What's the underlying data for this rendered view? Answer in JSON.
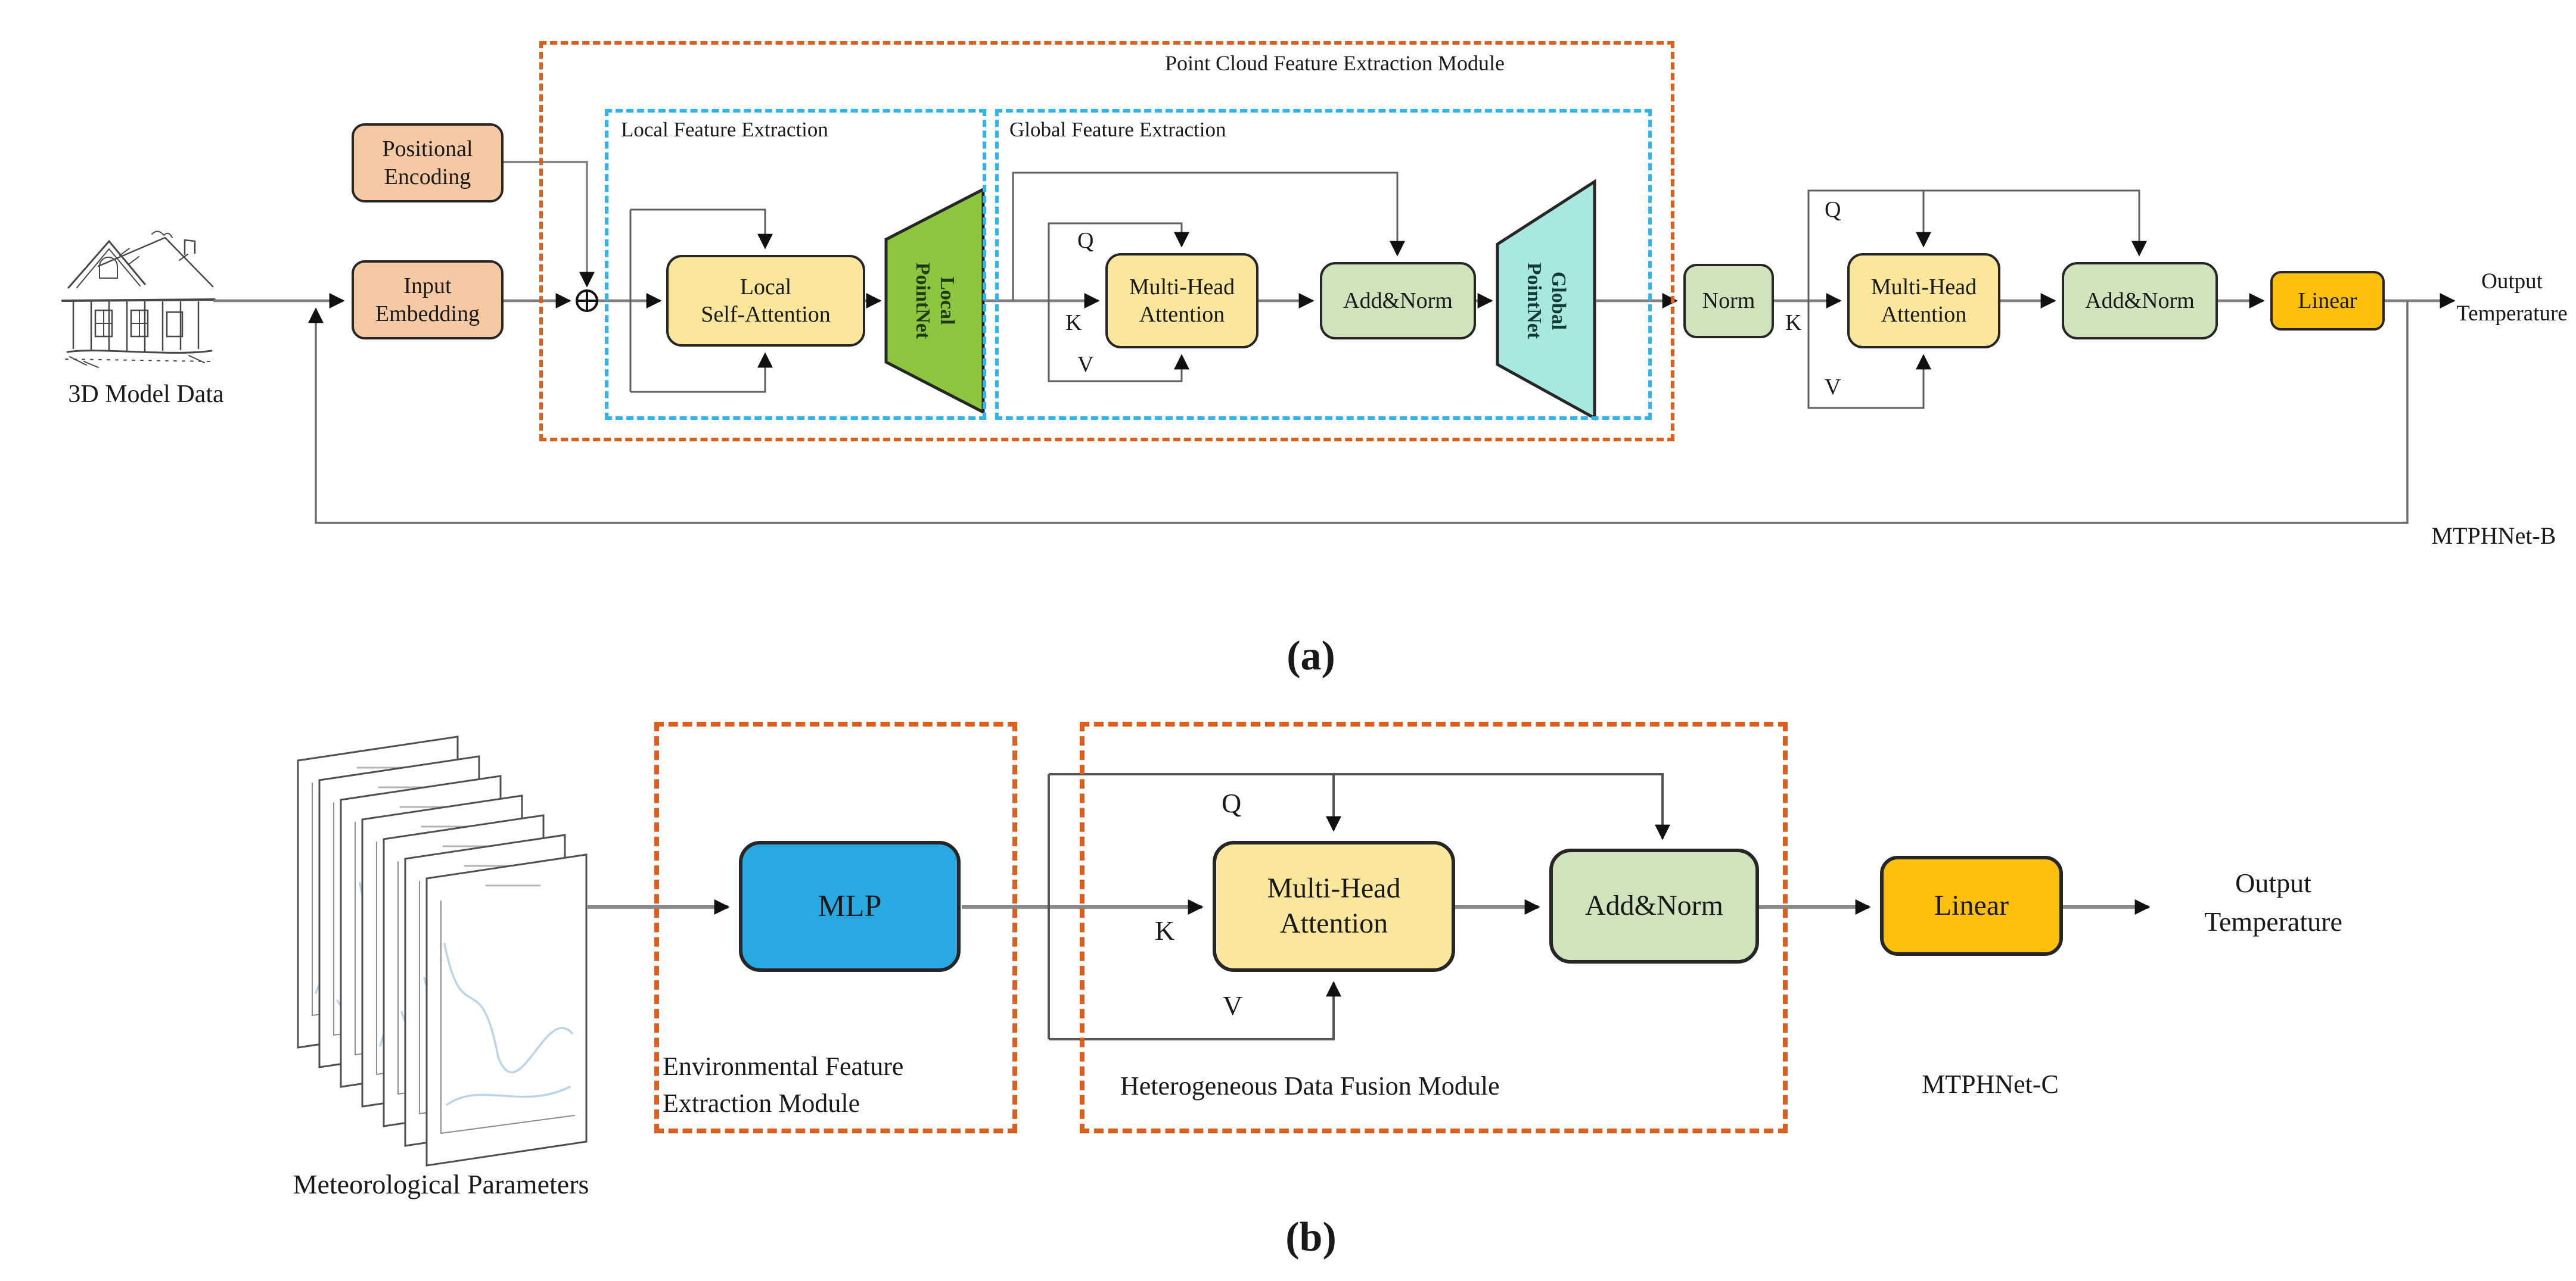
{
  "figure": {
    "captions": {
      "a": "(a)",
      "b": "(b)"
    },
    "colors": {
      "peach": "#F5C9A4",
      "yellow": "#FBE79B",
      "light_green": "#CFE4BC",
      "green_trapezoid": "#8CC63E",
      "cyan_trapezoid": "#A9E8E0",
      "amber": "#FFC00D",
      "blue_mlp": "#29A9E1",
      "orange_dash": "#DD5F1D",
      "blue_dash": "#2CB5F0",
      "wire": "#8a8a8a",
      "arrow": "#111111"
    },
    "icons": {
      "input_a": "house-sketch-icon",
      "input_b": "met-cards-icon",
      "sum": "circle-plus-icon"
    },
    "a": {
      "model": "MTPHNet-B",
      "input": "3D Model Data",
      "output": "Output\nTemperature",
      "regions": {
        "module": "Point Cloud Feature Extraction Module",
        "local": "Local Feature Extraction",
        "global": "Global Feature Extraction"
      },
      "blocks": {
        "pe": "Positional\nEncoding",
        "ie": "Input\nEmbedding",
        "lsa": "Local\nSelf-Attention",
        "lpn": "Local\nPointNet",
        "mha1": "Multi-Head\nAttention",
        "an1": "Add&Norm",
        "gpn": "Global\nPointNet",
        "norm": "Norm",
        "mha2": "Multi-Head\nAttention",
        "an2": "Add&Norm",
        "linear": "Linear"
      },
      "ports": {
        "q1": "Q",
        "k1": "K",
        "v1": "V",
        "q2": "Q",
        "k2": "K",
        "v2": "V"
      }
    },
    "b": {
      "model": "MTPHNet-C",
      "input": "Meteorological Parameters",
      "output": "Output\nTemperature",
      "regions": {
        "env": "Environmental Feature\nExtraction Module",
        "fusion": "Heterogeneous Data Fusion Module"
      },
      "blocks": {
        "mlp": "MLP",
        "mha": "Multi-Head\nAttention",
        "an": "Add&Norm",
        "linear": "Linear"
      },
      "ports": {
        "q": "Q",
        "k": "K",
        "v": "V"
      }
    }
  }
}
